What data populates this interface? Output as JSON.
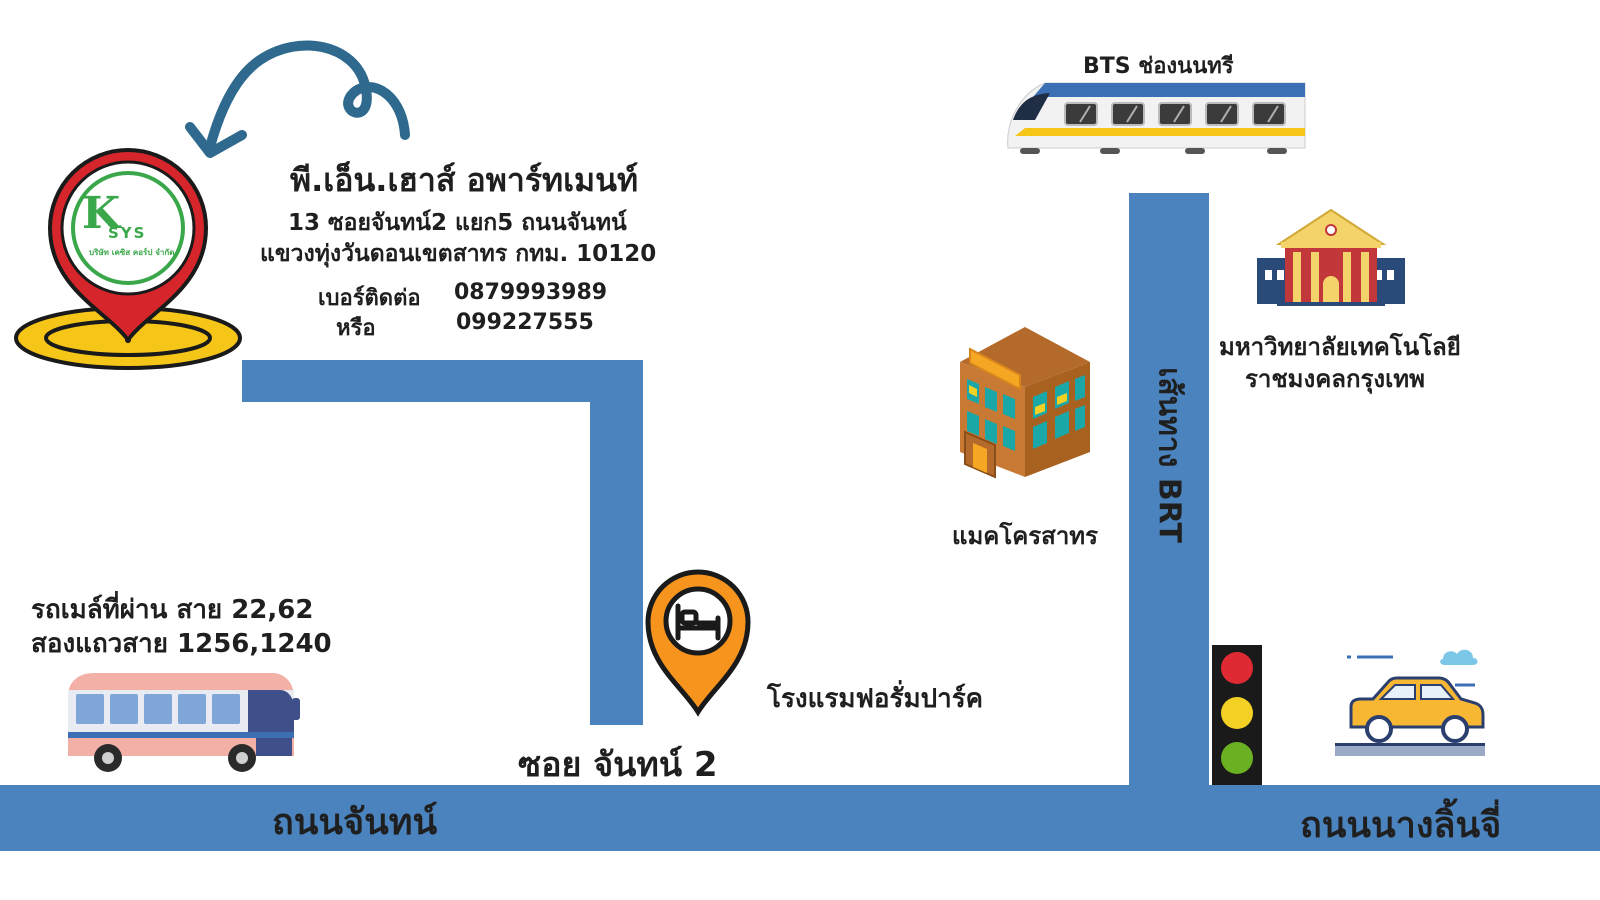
{
  "place": {
    "name": "พี.เอ็น.เฮาส์ อพาร์ทเมนท์",
    "address_line1": "13 ซอยจันทน์2 แยก5 ถนนจันทน์",
    "address_line2": "แขวงทุ่งวันดอนเขตสาทร กทม. 10120",
    "contact_label": "เบอร์ติดต่อ",
    "phone1": "0879993989",
    "or_label": "หรือ",
    "phone2": "099227555"
  },
  "logo": {
    "letter": "K",
    "sys": "SYS",
    "company": "บริษัท เคซิส คอร์ป จำกัด"
  },
  "bus": {
    "line1": "รถเมล์ที่ผ่าน สาย 22,62",
    "line2": "สองแถวสาย 1256,1240"
  },
  "labels": {
    "bts": "BTS ช่องนนทรี",
    "university_line1": "มหาวิทยาลัยเทคโนโลยี",
    "university_line2": "ราชมงคลกรุงเทพ",
    "makro": "แมคโครสาทร",
    "brt": "เส้นทาง BRT",
    "hotel": "โรงแรมฟอรั่มปาร์ค",
    "soi": "ซอย จันทน์ 2",
    "road_chan": "ถนนจันทน์",
    "road_nanglinchi": "ถนนนางลิ้นจี่"
  },
  "colors": {
    "road": "#4a83bd",
    "pin_red": "#d6262b",
    "hotel_pin": "#f7941d",
    "logo_green": "#3aa84a",
    "arrow": "#2f6a8e",
    "traffic_red": "#e02a33",
    "traffic_yellow": "#f2d024",
    "traffic_green": "#6ab023"
  },
  "icons": [
    "location-pin-icon",
    "curved-arrow-icon",
    "train-icon",
    "university-icon",
    "building-icon",
    "hotel-pin-icon",
    "bed-icon",
    "bus-icon",
    "traffic-light-icon",
    "car-icon"
  ]
}
